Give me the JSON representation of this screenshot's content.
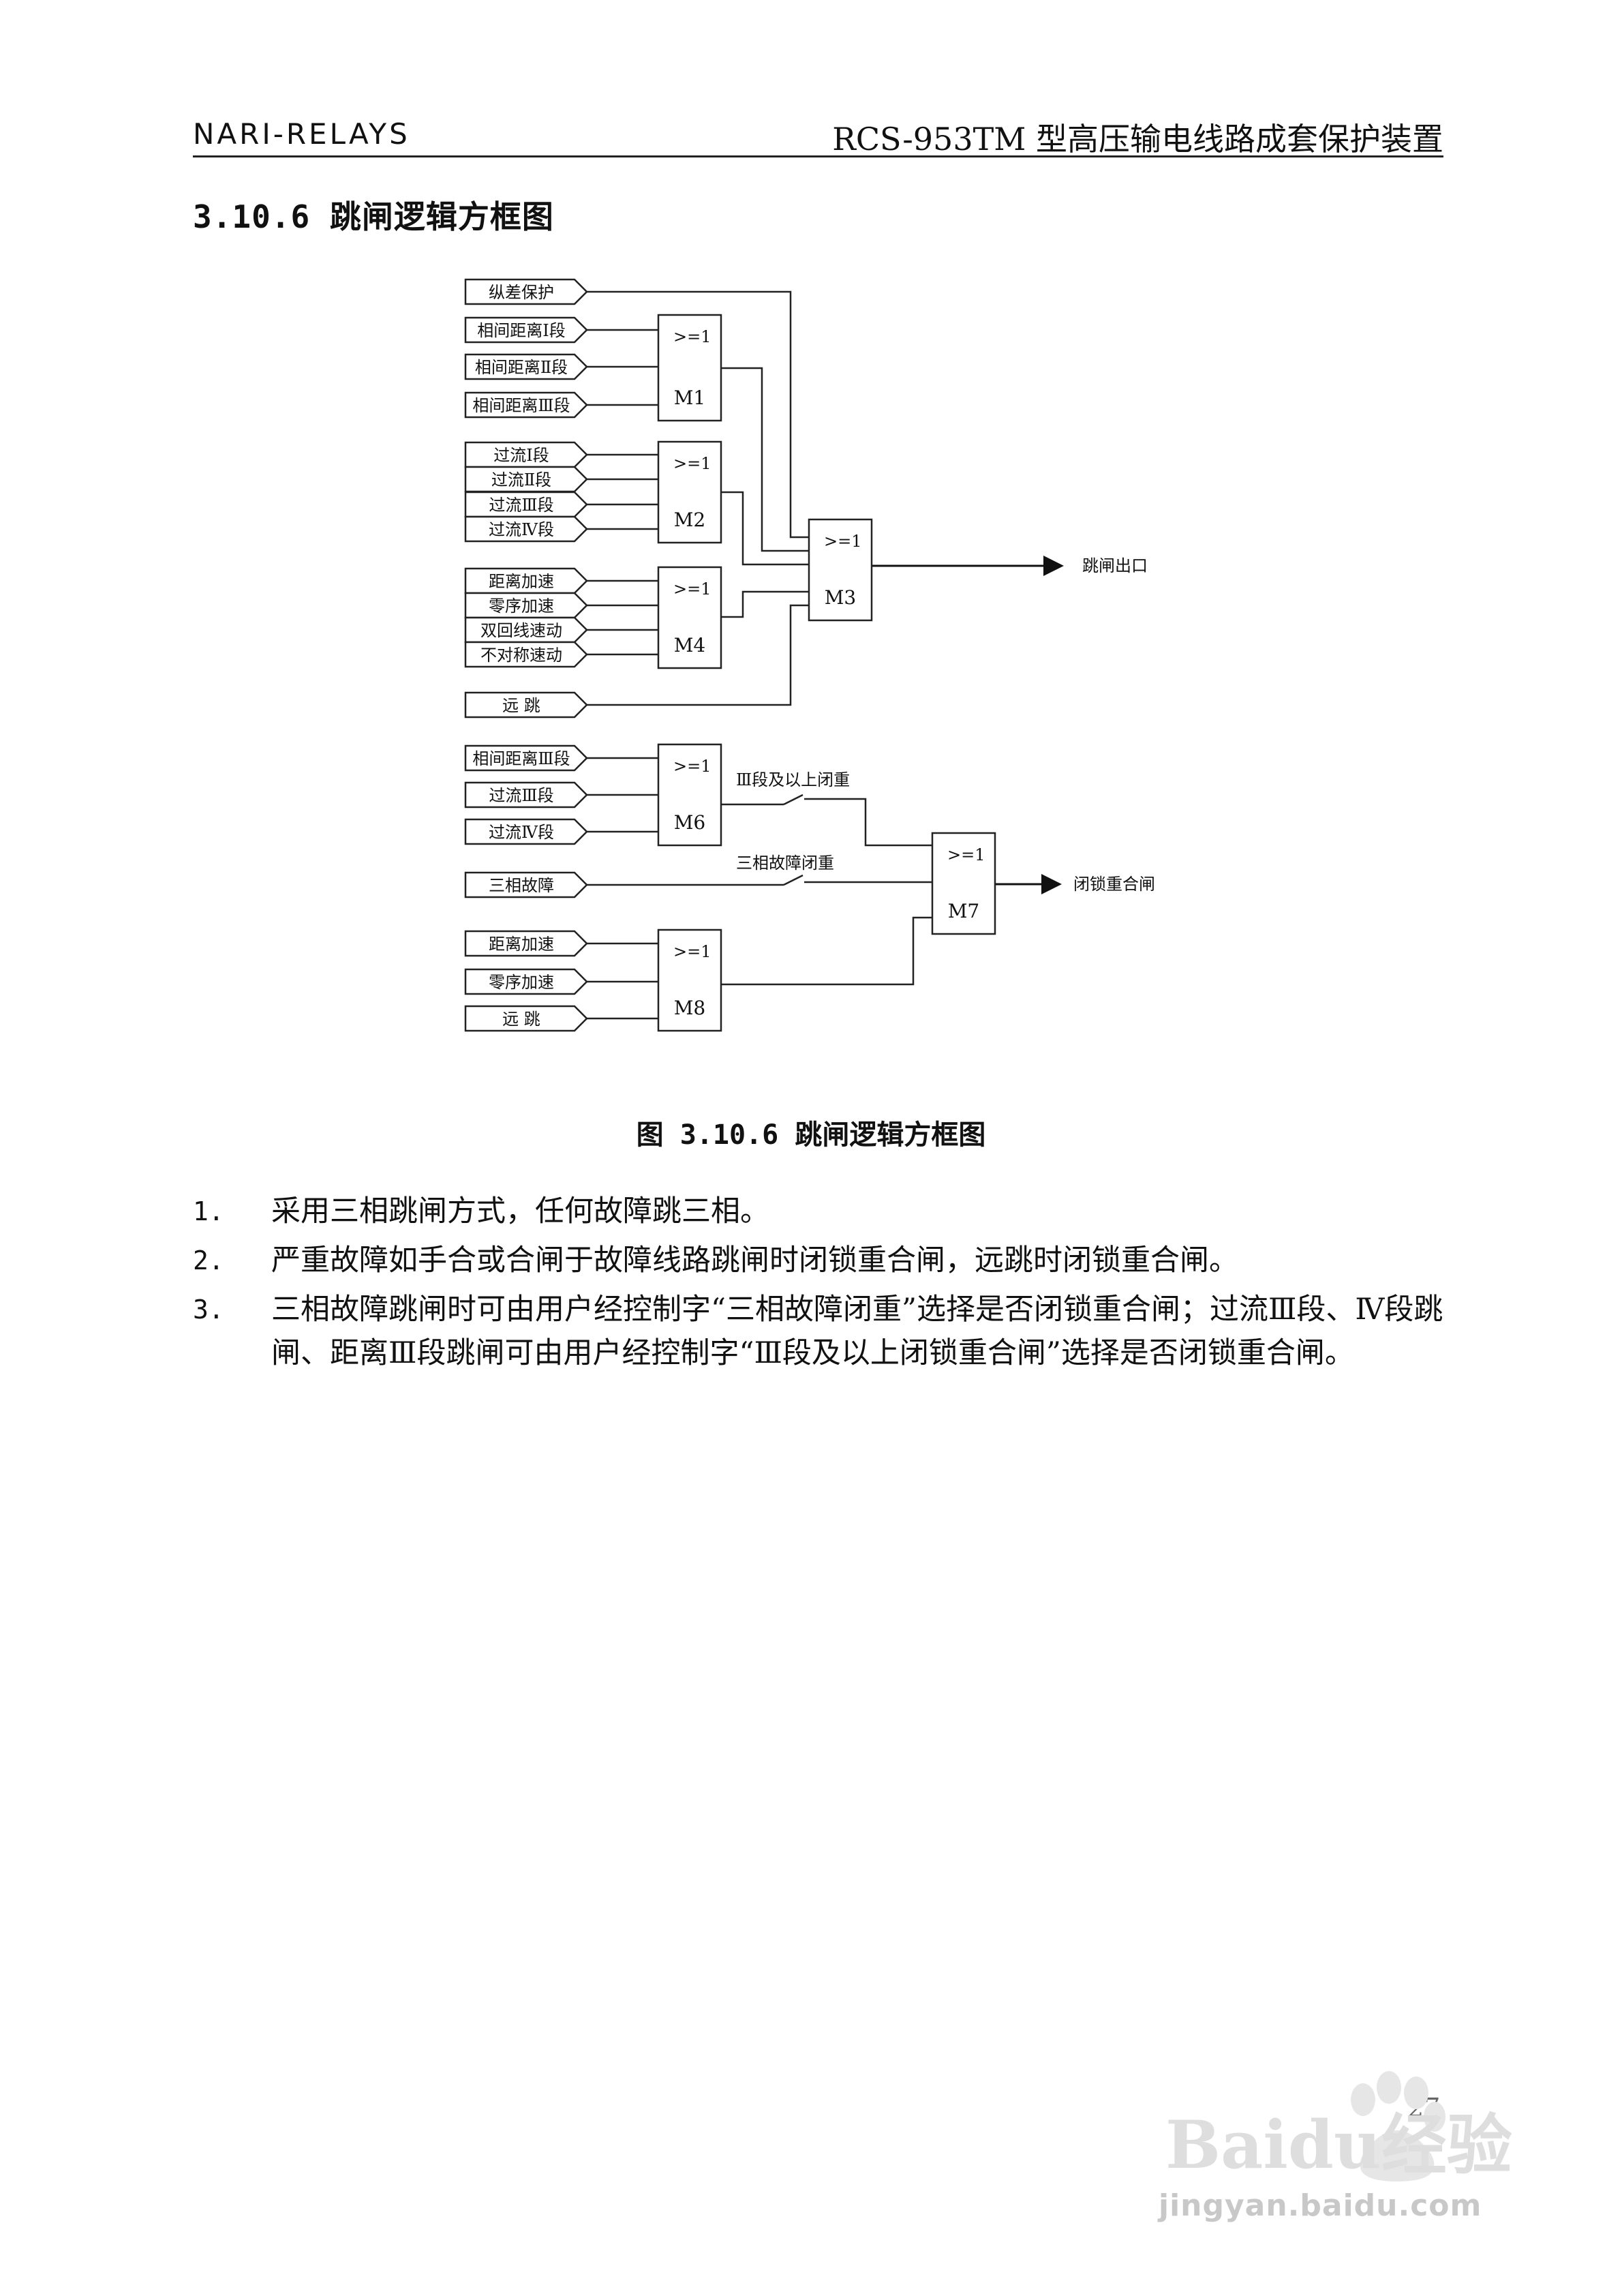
{
  "header": {
    "left": "NARI-RELAYS",
    "right": "RCS-953TM 型高压输电线路成套保护装置"
  },
  "section_title": "3.10.6  跳闸逻辑方框图",
  "diagram": {
    "inputs_group1": [
      "纵差保护"
    ],
    "inputs_m1": [
      "相间距离Ⅰ段",
      "相间距离Ⅱ段",
      "相间距离Ⅲ段"
    ],
    "inputs_m2": [
      "过流Ⅰ段",
      "过流Ⅱ段",
      "过流Ⅲ段",
      "过流Ⅳ段"
    ],
    "inputs_m4": [
      "距离加速",
      "零序加速",
      "双回线速动",
      "不对称速动"
    ],
    "input_remote": "远      跳",
    "inputs_m6": [
      "相间距离Ⅲ段",
      "过流Ⅲ段",
      "过流Ⅳ段"
    ],
    "input_three_phase": "三相故障",
    "inputs_m8": [
      "距离加速",
      "零序加速",
      "远      跳"
    ],
    "gate_label": ">=1",
    "gates": {
      "m1": "M1",
      "m2": "M2",
      "m3": "M3",
      "m4": "M4",
      "m6": "M6",
      "m7": "M7",
      "m8": "M8"
    },
    "output_trip": "跳闸出口",
    "output_block": "闭锁重合闸",
    "switch_m6": "Ⅲ段及以上闭重",
    "switch_three_phase": "三相故障闭重"
  },
  "caption": "图 3.10.6  跳闸逻辑方框图",
  "list": [
    {
      "num": "1.",
      "text": "采用三相跳闸方式，任何故障跳三相。"
    },
    {
      "num": "2.",
      "text": "严重故障如手合或合闸于故障线路跳闸时闭锁重合闸，远跳时闭锁重合闸。"
    },
    {
      "num": "3.",
      "text": "三相故障跳闸时可由用户经控制字“三相故障闭重”选择是否闭锁重合闸；过流Ⅲ段、Ⅳ段跳闸、距离Ⅲ段跳闸可由用户经控制字“Ⅲ段及以上闭锁重合闸”选择是否闭锁重合闸。"
    }
  ],
  "page_number": "27",
  "watermark": {
    "brand": "Baidu经验",
    "url": "jingyan.baidu.com"
  }
}
